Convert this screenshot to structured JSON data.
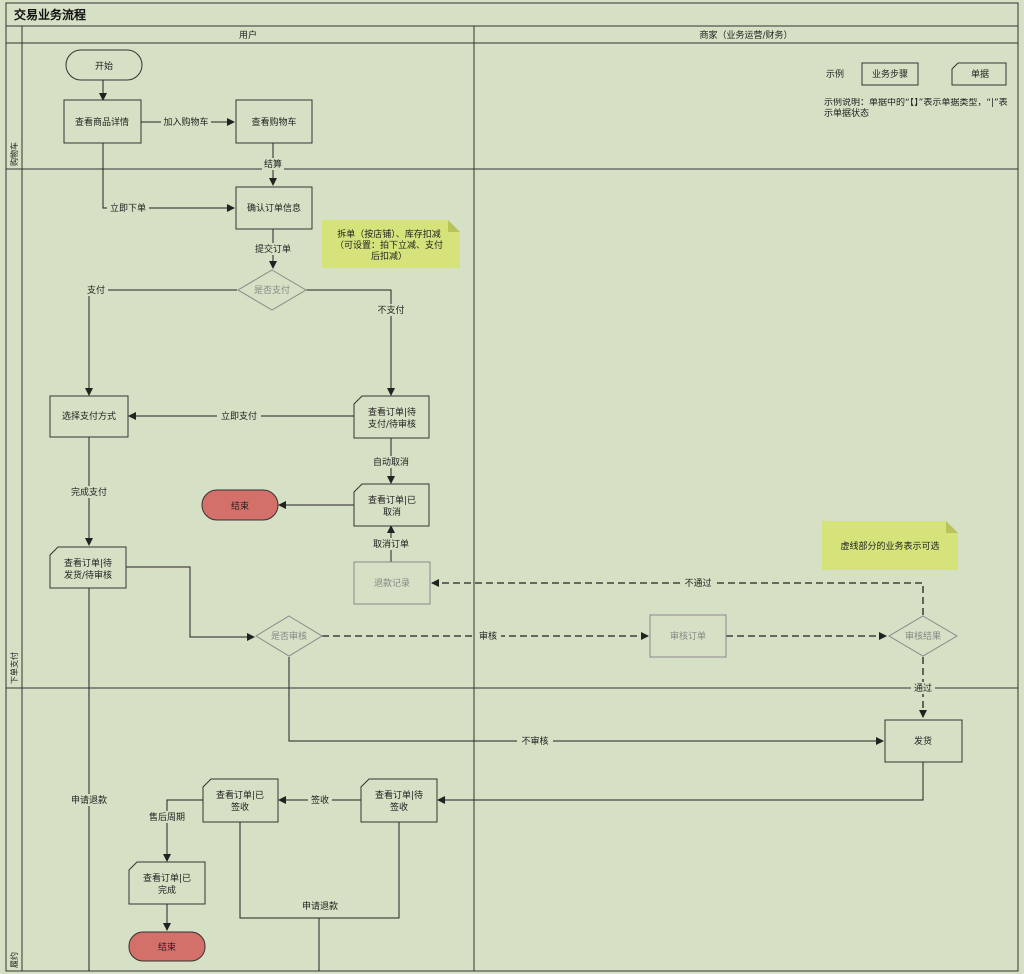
{
  "title": "交易业务流程",
  "columns": {
    "user": "用户",
    "merchant": "商家（业务运营/财务）"
  },
  "rows": {
    "cart": "购物车",
    "order_pay": "下单支付",
    "fulfill": "履约"
  },
  "legend": {
    "example_label": "示例",
    "step": "业务步骤",
    "doc": "单据",
    "note": "示例说明：单据中的“【】”表示单据类型，“|”表示单据状态"
  },
  "nodes": {
    "start": "开始",
    "view_product": "查看商品详情",
    "view_cart": "查看购物车",
    "confirm_order": "确认订单信息",
    "is_pay": "是否支付",
    "choose_pay": "选择支付方式",
    "order_pending_pay": [
      "查看订单|待",
      "支付/待审核"
    ],
    "order_cancelled": [
      "查看订单|已",
      "取消"
    ],
    "end1": "结束",
    "order_pending_ship": [
      "查看订单|待",
      "发货/待审核"
    ],
    "refund_record": "退款记录",
    "is_review": "是否审核",
    "review_order": "审核订单",
    "review_result": "审核结果",
    "ship": "发货",
    "order_pending_sign": [
      "查看订单|待",
      "签收"
    ],
    "order_signed": [
      "查看订单|已",
      "签收"
    ],
    "order_done": [
      "查看订单|已",
      "完成"
    ],
    "end2": "结束"
  },
  "notes": {
    "split": [
      "拆单（按店铺）、库存扣减",
      "（可设置：拍下立减、支付",
      "后扣减）"
    ],
    "dashed": "虚线部分的业务表示可选"
  },
  "edges": {
    "add_cart": "加入购物车",
    "checkout": "结算",
    "buy_now": "立即下单",
    "submit": "提交订单",
    "pay": "支付",
    "no_pay": "不支付",
    "pay_now": "立即支付",
    "auto_cancel": "自动取消",
    "done_pay": "完成支付",
    "cancel_order": "取消订单",
    "not_pass": "不通过",
    "review": "审核",
    "pass": "通过",
    "no_review": "不审核",
    "sign": "签收",
    "apply_refund1": "申请退款",
    "after_sale": "售后周期",
    "apply_refund2": "申请退款"
  },
  "colors": {
    "bg": "#d5e0c4",
    "end_fill": "#d4706a",
    "note_fill": "#d6e37a"
  }
}
